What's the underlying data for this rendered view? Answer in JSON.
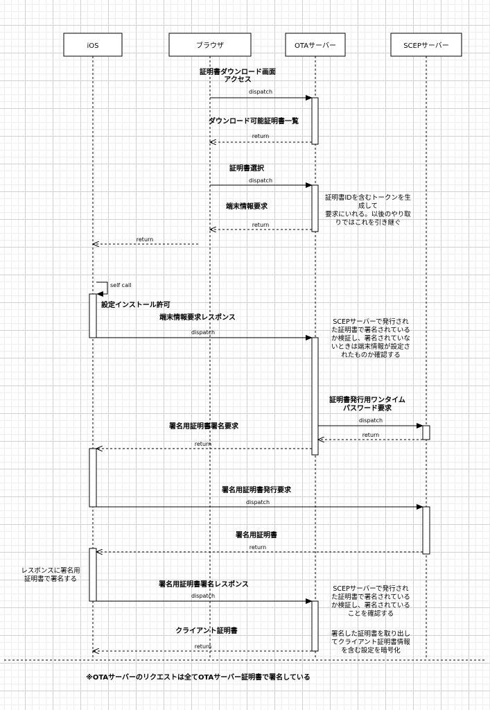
{
  "actors": {
    "ios": "iOS",
    "browser": "ブラウザ",
    "ota": "OTAサーバー",
    "scep": "SCEPサーバー"
  },
  "messages": {
    "m1": [
      "証明書ダウンロード画面",
      "アクセス"
    ],
    "m2": "ダウンロード可能証明書一覧",
    "m3": "証明書選択",
    "m4": "端末情報要求",
    "m5": "設定インストール許可",
    "m6": "端末情報要求レスポンス",
    "m7": [
      "証明書発行用ワンタイム",
      "パスワード要求"
    ],
    "m8": "署名用証明書署名要求",
    "m9": "署名用証明書発行要求",
    "m10": "署名用証明書",
    "m11": "署名用証明書署名レスポンス",
    "m12": "クライアント証明書"
  },
  "arrows": {
    "dispatch": "dispatch",
    "return": "return",
    "self_call": "self call"
  },
  "notes": {
    "n1": [
      "証明書IDを含むトークンを生",
      "成して",
      "要求にいれる。以後のやり取",
      "りではこれを引き継ぐ"
    ],
    "n2": [
      "SCEPサーバーで発行され",
      "た証明書で署名されている",
      "か検証し、署名されていな",
      "いときは端末情報が設定さ",
      "れたものか確認する"
    ],
    "n3": [
      "レスポンスに署名用",
      "証明書で署名する"
    ],
    "n4": [
      "SCEPサーバーで発行され",
      "た証明書で署名されている",
      "か検証し、署名されている",
      "ことを確認する"
    ],
    "n5": [
      "署名した証明書を取り出し",
      "てクライアント証明書情報",
      "を含む設定を暗号化"
    ]
  },
  "footer": "※OTAサーバーのリクエストは全てOTAサーバー証明書で署名している",
  "colors": {
    "line": "#000000",
    "grid": "#d0d0d0",
    "actor_fill": "#ffffff"
  }
}
